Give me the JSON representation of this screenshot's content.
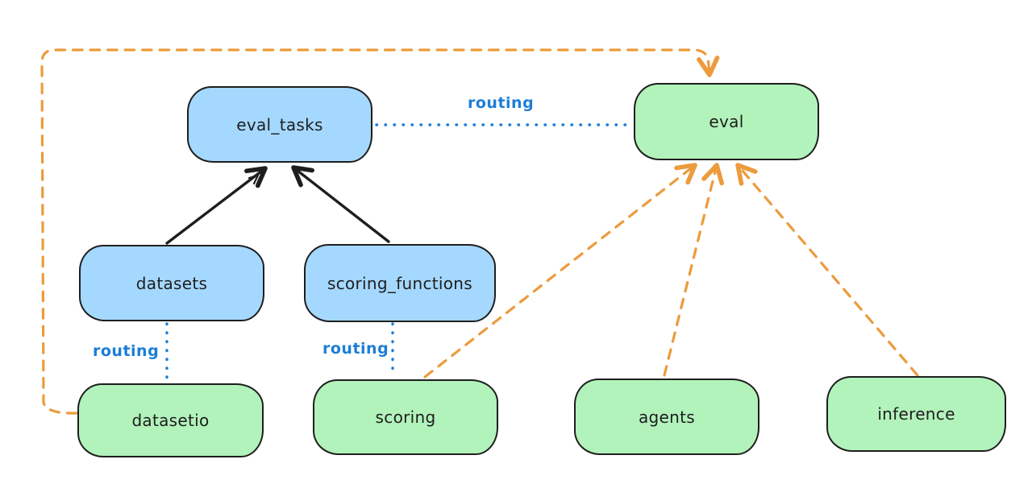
{
  "nodes": {
    "eval_tasks": {
      "label": "eval_tasks",
      "fill": "#a5d8ff"
    },
    "eval": {
      "label": "eval",
      "fill": "#b2f2bb"
    },
    "datasets": {
      "label": "datasets",
      "fill": "#a5d8ff"
    },
    "scoring_functions": {
      "label": "scoring_functions",
      "fill": "#a5d8ff"
    },
    "datasetio": {
      "label": "datasetio",
      "fill": "#b2f2bb"
    },
    "scoring": {
      "label": "scoring",
      "fill": "#b2f2bb"
    },
    "agents": {
      "label": "agents",
      "fill": "#b2f2bb"
    },
    "inference": {
      "label": "inference",
      "fill": "#b2f2bb"
    }
  },
  "labels": {
    "routing": "routing"
  },
  "edges": [
    {
      "from": "datasets",
      "to": "eval_tasks",
      "style": "solid-arrow",
      "color": "#1e1e1e"
    },
    {
      "from": "scoring_functions",
      "to": "eval_tasks",
      "style": "solid-arrow",
      "color": "#1e1e1e"
    },
    {
      "from": "eval_tasks",
      "to": "eval",
      "style": "dotted",
      "color": "#1c7ed6",
      "label": "routing"
    },
    {
      "from": "datasets",
      "to": "datasetio",
      "style": "dotted",
      "color": "#1c7ed6",
      "label": "routing"
    },
    {
      "from": "scoring_functions",
      "to": "scoring",
      "style": "dotted",
      "color": "#1c7ed6",
      "label": "routing"
    },
    {
      "from": "datasetio",
      "to": "eval",
      "style": "dashed-arrow",
      "color": "#ec9b3d"
    },
    {
      "from": "scoring",
      "to": "eval",
      "style": "dashed-arrow",
      "color": "#ec9b3d"
    },
    {
      "from": "agents",
      "to": "eval",
      "style": "dashed-arrow",
      "color": "#ec9b3d"
    },
    {
      "from": "inference",
      "to": "eval",
      "style": "dashed-arrow",
      "color": "#ec9b3d"
    }
  ],
  "colors": {
    "blue_fill": "#a5d8ff",
    "green_fill": "#b2f2bb",
    "stroke": "#1e1e1e",
    "routing_blue": "#1c7ed6",
    "orange": "#ec9b3d",
    "background": "#ffffff"
  }
}
